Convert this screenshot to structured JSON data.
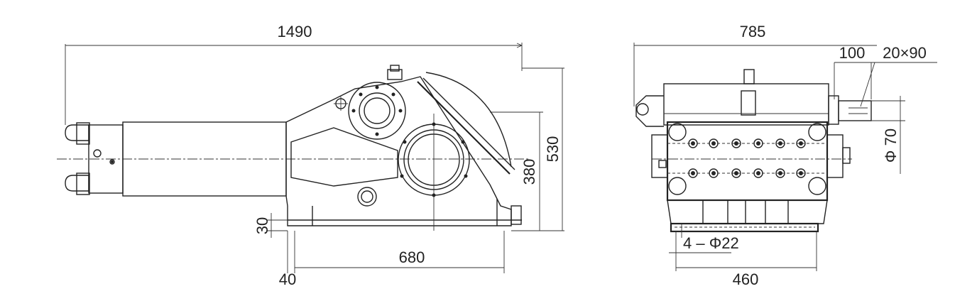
{
  "drawing": {
    "side_view": {
      "dim_overall_length": "1490",
      "dim_height_total": "530",
      "dim_height_shaft": "380",
      "dim_base_thickness": "30",
      "dim_base_offset": "40",
      "dim_mount_spacing": "680"
    },
    "end_view": {
      "dim_overall_width": "785",
      "dim_shaft_length": "100",
      "dim_keyway": "20×90",
      "dim_shaft_dia": "Φ 70",
      "dim_mount_holes": "4 – Φ22",
      "dim_base_width": "460"
    }
  }
}
